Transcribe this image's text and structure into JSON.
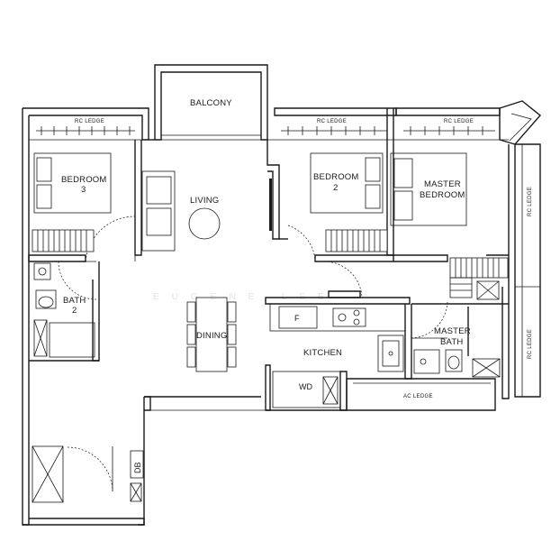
{
  "watermark": "EUGENE LEE",
  "rooms": {
    "balcony": "BALCONY",
    "living": "LIVING",
    "dining": "DINING",
    "kitchen": "KITCHEN",
    "bedroom3_line1": "BEDROOM",
    "bedroom3_line2": "3",
    "bedroom2_line1": "BEDROOM",
    "bedroom2_line2": "2",
    "master_bedroom_line1": "MASTER",
    "master_bedroom_line2": "BEDROOM",
    "bath2_line1": "BATH",
    "bath2_line2": "2",
    "master_bath_line1": "MASTER",
    "master_bath_line2": "BATH"
  },
  "ledges": {
    "rc_ledge_left": "RC LEDGE",
    "rc_ledge_mid": "RC LEDGE",
    "rc_ledge_right": "RC LEDGE",
    "rc_ledge_vertical_upper": "RC LEDGE",
    "rc_ledge_vertical_lower": "RC LEDGE",
    "ac_ledge": "AC LEDGE"
  },
  "fixtures": {
    "fridge": "F",
    "washer_dryer": "WD",
    "distribution_board": "DB"
  }
}
